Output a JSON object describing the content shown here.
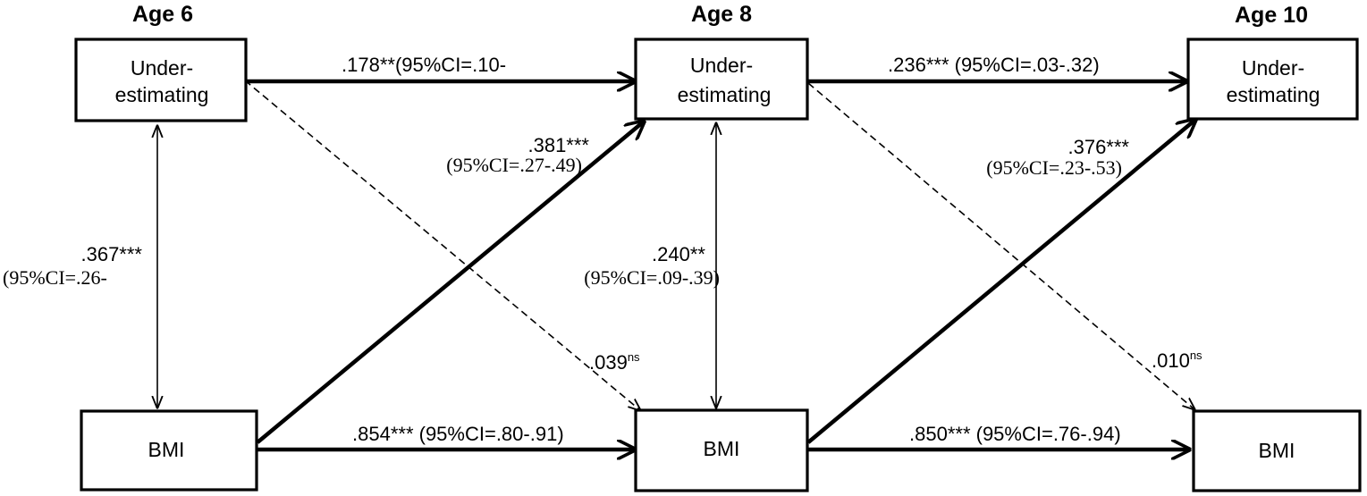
{
  "ages": {
    "age6": "Age 6",
    "age8": "Age 8",
    "age10": "Age 10"
  },
  "nodes": {
    "under_line1": "Under-",
    "under_line2": "estimating",
    "bmi": "BMI"
  },
  "paths": {
    "under6_under8": ".178**(95%CI=.10-",
    "under8_under10": ".236*** (95%CI=.03-.32)",
    "bmi6_bmi8": ".854*** (95%CI=.80-.91)",
    "bmi8_bmi10": ".850*** (95%CI=.76-.94)",
    "bmi6_under8_coef": ".381***",
    "bmi6_under8_ci": "(95%CI=.27-.49)",
    "bmi8_under10_coef": ".376***",
    "bmi8_under10_ci": "(95%CI=.23-.53)",
    "corr6_coef": ".367***",
    "corr6_ci": "(95%CI=.26-",
    "corr8_coef": ".240**",
    "corr8_ci": "(95%CI=.09-.39)",
    "under6_bmi8_coef": ".039",
    "under8_bmi10_coef": ".010",
    "ns_sup": "ns"
  }
}
